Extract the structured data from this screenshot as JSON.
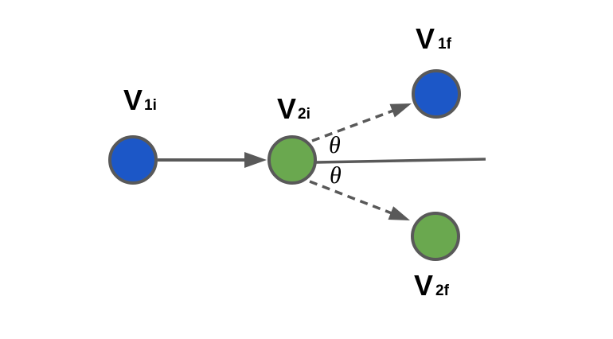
{
  "diagram": {
    "labels": {
      "v1i": {
        "main": "V",
        "sub": "1i"
      },
      "v2i": {
        "main": "V",
        "sub": "2i"
      },
      "v1f": {
        "main": "V",
        "sub": "1f"
      },
      "v2f": {
        "main": "V",
        "sub": "2f"
      },
      "theta_upper": "θ",
      "theta_lower": "θ"
    },
    "colors": {
      "blue_ball": "#1c57c7",
      "green_ball": "#6aa84f",
      "stroke": "#595959",
      "text": "#000000",
      "background": "#ffffff"
    }
  }
}
